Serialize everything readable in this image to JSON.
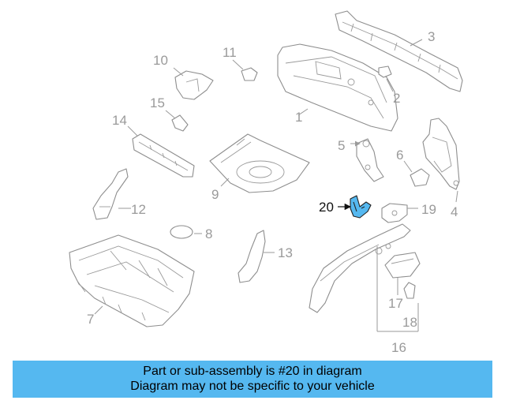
{
  "callouts": {
    "c1": "1",
    "c2": "2",
    "c3": "3",
    "c4": "4",
    "c5": "5",
    "c6": "6",
    "c7": "7",
    "c8": "8",
    "c9": "9",
    "c10": "10",
    "c11": "11",
    "c12": "12",
    "c13": "13",
    "c14": "14",
    "c15": "15",
    "c16": "16",
    "c17": "17",
    "c18": "18",
    "c19": "19",
    "c20": "20"
  },
  "highlight": {
    "part_number": "20",
    "color": "#55b8f0"
  },
  "banner": {
    "line1": "Part or sub-assembly is #20 in diagram",
    "line2": "Diagram may not be specific to your vehicle",
    "color": "#55b8f0"
  }
}
